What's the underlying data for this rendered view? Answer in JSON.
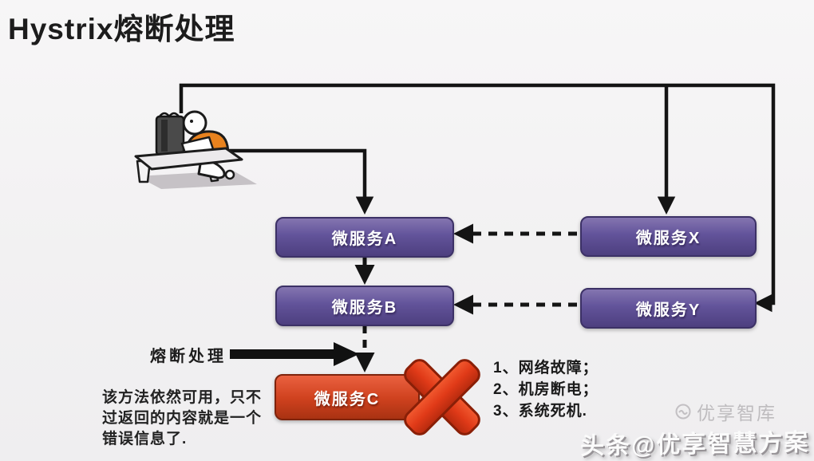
{
  "title": "Hystrix熔断处理",
  "diagram": {
    "nodes": {
      "service_a": {
        "label": "微服务A",
        "color": "#62539a"
      },
      "service_b": {
        "label": "微服务B",
        "color": "#62539a"
      },
      "service_x": {
        "label": "微服务X",
        "color": "#62539a"
      },
      "service_y": {
        "label": "微服务Y",
        "color": "#62539a"
      },
      "service_c": {
        "label": "微服务C",
        "color": "#d0421f",
        "status": "failed"
      }
    },
    "fuse_arrow_label": "熔断处理",
    "failure_reasons": [
      "1、网络故障；",
      "2、机房断电；",
      "3、系统死机."
    ],
    "note_lines": [
      "该方法依然可用，只不",
      "过返回的内容就是一个",
      "错误信息了."
    ]
  },
  "watermark": {
    "main": "头条@优享智慧方案",
    "faint": "优享智库"
  },
  "icons": {
    "failure_cross_icon": "red-x-cross",
    "person_at_desk_icon": "cartoon-user-at-computer-desk"
  },
  "colors": {
    "background": "#f2f1f2",
    "purple_box": "#62539a",
    "purple_border": "#3c3166",
    "red_box": "#d0421f",
    "cross_red": "#e8401f",
    "line_black": "#141414",
    "shirt_orange": "#e8821e"
  }
}
